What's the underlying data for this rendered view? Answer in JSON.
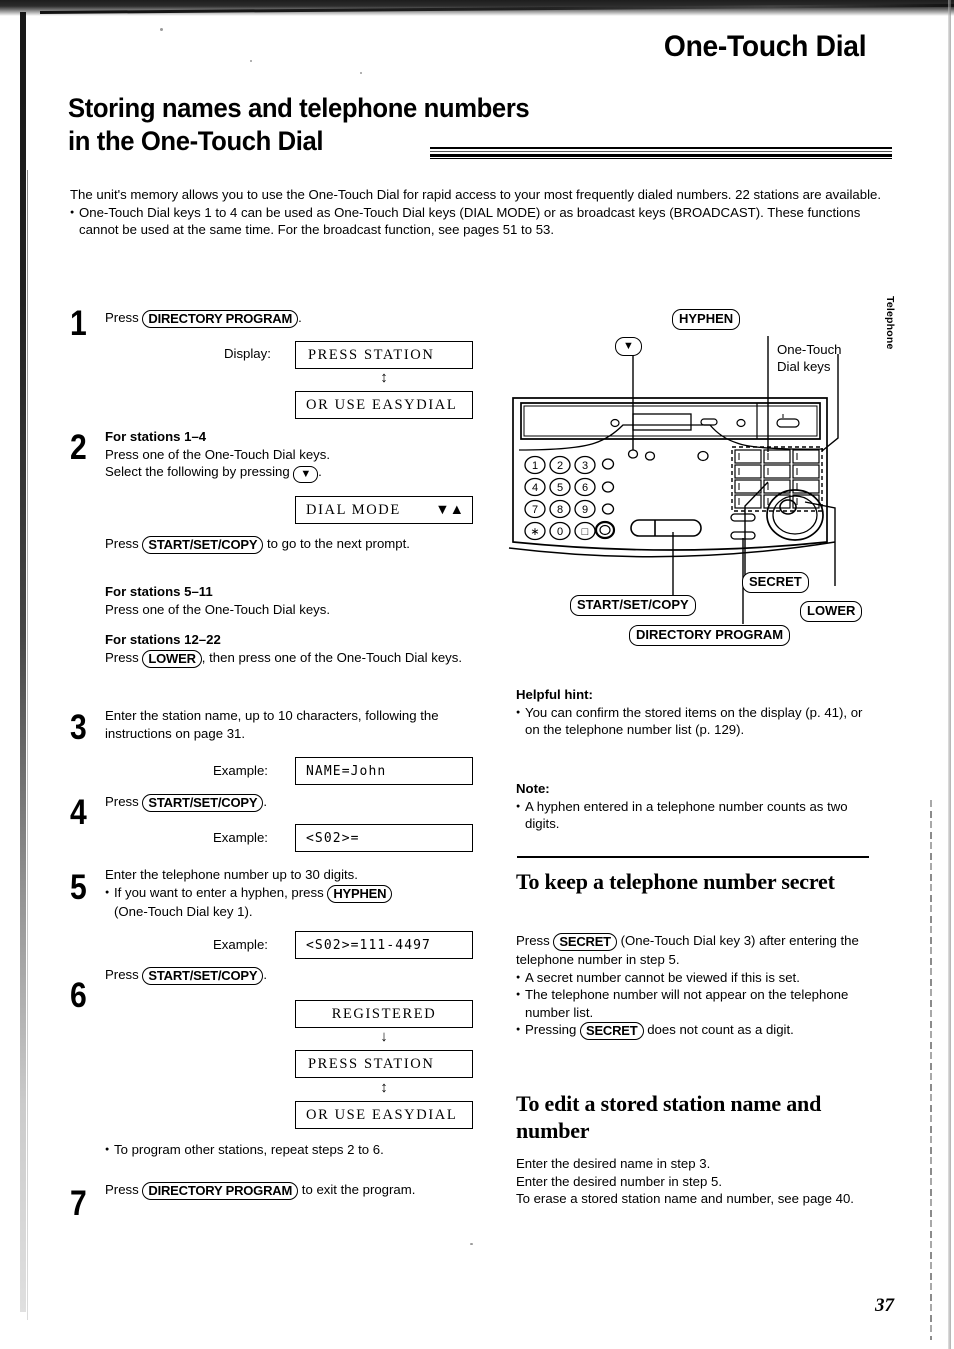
{
  "header": {
    "running_head": "One-Touch Dial",
    "side_tab": "Telephone"
  },
  "title": {
    "line1": "Storing names and telephone numbers",
    "line2": "in the One-Touch Dial"
  },
  "intro": {
    "paragraph": "The unit's memory allows you to use the One-Touch Dial for rapid access to your most frequently dialed numbers. 22 stations are available.",
    "bullet": "One-Touch Dial keys 1 to 4 can be used as One-Touch Dial keys (DIAL MODE) or as broadcast keys (BROADCAST). These functions cannot be used at the same time. For the broadcast function, see pages 51 to 53."
  },
  "steps": {
    "n1": "1",
    "n2": "2",
    "n3": "3",
    "n4": "4",
    "n5": "5",
    "n6": "6",
    "n7": "7",
    "s1_press": "Press",
    "s1_key": "DIRECTORY PROGRAM",
    "s1_period": ".",
    "display_label": "Display:",
    "lcd_press_station": "PRESS STATION",
    "lcd_or_use_easydial": "OR USE EASYDIAL",
    "s2_head1": "For stations 1–4",
    "s2_line1": "Press one of the One-Touch Dial keys.",
    "s2_line2a": "Select the following by pressing",
    "s2_key_down": "▼",
    "s2_line2b": ".",
    "lcd_dial_mode": "DIAL MODE",
    "lcd_dial_mode_arrows": "▼▲",
    "s2_press": "Press",
    "s2_key_start": "START/SET/COPY",
    "s2_press_tail": "to go to the next prompt.",
    "s2_head2": "For stations 5–11",
    "s2_line3": "Press one of the One-Touch Dial keys.",
    "s2_head3": "For stations 12–22",
    "s2_line4a": "Press",
    "s2_key_lower": "LOWER",
    "s2_line4b": ", then press one of the One-Touch Dial keys.",
    "s3_line": "Enter the station name, up to 10 characters, following the instructions on page 31.",
    "example_label": "Example:",
    "lcd_name_john": "NAME=John",
    "s4_press": "Press",
    "s4_key": "START/SET/COPY",
    "s4_period": ".",
    "lcd_s02": "<S02>=",
    "s5_line1": "Enter the telephone number up to 30 digits.",
    "s5_bullet_a": "If you want to enter a hyphen, press",
    "s5_key_hyphen": "HYPHEN",
    "s5_bullet_b": "(One-Touch Dial key 1).",
    "lcd_s02_number": "<S02>=111-4497",
    "s6_press": "Press",
    "s6_key": "START/SET/COPY",
    "s6_period": ".",
    "lcd_registered": "REGISTERED",
    "s6_note": "To program other stations, repeat steps 2 to 6.",
    "s7_press": "Press",
    "s7_key": "DIRECTORY PROGRAM",
    "s7_tail": "to exit the program.",
    "arrow_single": "↓",
    "arrow_double": "↕"
  },
  "diagram": {
    "callout_hyphen": "HYPHEN",
    "callout_down_arrow": "▼",
    "callout_secret": "SECRET",
    "callout_lower": "LOWER",
    "callout_start": "START/SET/COPY",
    "callout_directory": "DIRECTORY PROGRAM",
    "label_onetouch_1": "One-Touch",
    "label_onetouch_2": "Dial keys",
    "keypad": [
      "1",
      "2",
      "3",
      "4",
      "5",
      "6",
      "7",
      "8",
      "9",
      "∗",
      "0",
      "□"
    ]
  },
  "right_column": {
    "hint_head": "Helpful hint:",
    "hint_bullet": "You can confirm the stored items on the display (p. 41), or on the telephone number list (p. 129).",
    "note_head": "Note:",
    "note_bullet": "A hyphen entered in a telephone number counts as two digits.",
    "secret_heading_1": "To keep a telephone number",
    "secret_heading_2": "secret",
    "secret_p1a": "Press",
    "secret_key": "SECRET",
    "secret_p1b": "(One-Touch Dial key 3) after entering the telephone number in step 5.",
    "secret_b1": "A secret number cannot be viewed if this is set.",
    "secret_b2": "The telephone number will not appear on the telephone number list.",
    "secret_b3a": "Pressing",
    "secret_key2": "SECRET",
    "secret_b3b": "does not count as a digit.",
    "edit_heading_1": "To edit a stored station name",
    "edit_heading_2": "and number",
    "edit_l1": "Enter the desired name in step 3.",
    "edit_l2": "Enter the desired number in step 5.",
    "edit_l3": "To erase a stored station name and number, see page 40."
  },
  "footer": {
    "page_number": "37"
  }
}
